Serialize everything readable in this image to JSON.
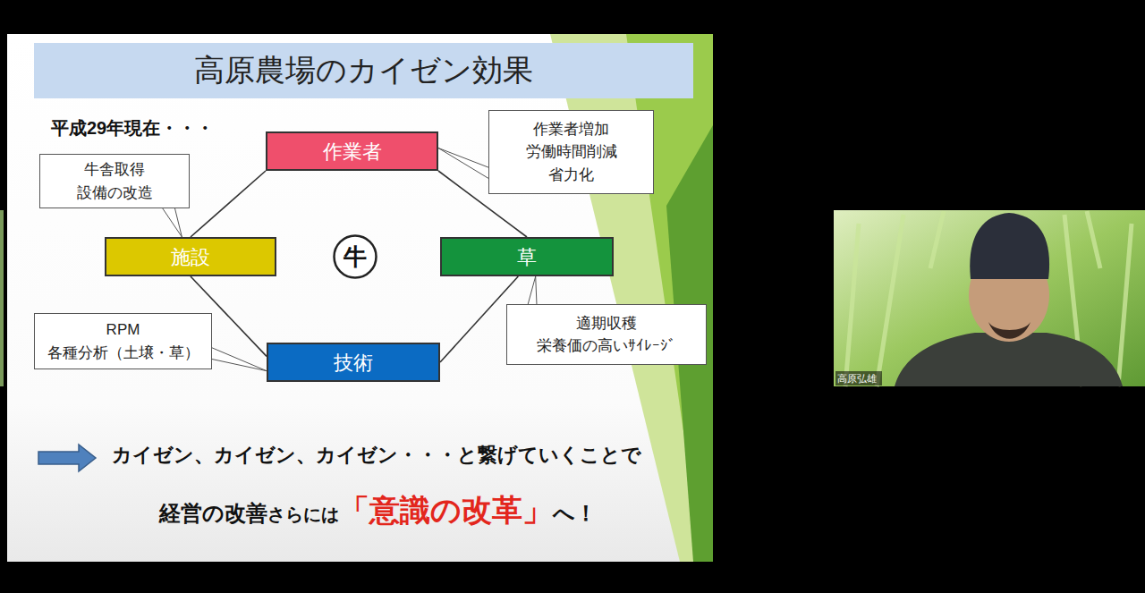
{
  "diagram": {
    "title": "高原農場のカイゼン効果",
    "nodes": [
      {
        "text": [
          "作業者増加 労働時間削減 省力化"
        ]
      },
      {
        "text": [
          "作業者"
        ]
      },
      {
        "text": [
          "牛舎取得 設備の改造"
        ]
      },
      {
        "text": [
          "施設"
        ]
      },
      {
        "text": [
          "牛"
        ]
      },
      {
        "text": [
          "草"
        ]
      },
      {
        "text": [
          "RPM 各種分析（土壌・草）"
        ]
      },
      {
        "text": [
          "適期収穫 栄養価の高いｻｲﾚｰｼﾞ"
        ]
      },
      {
        "text": [
          "技術"
        ]
      }
    ],
    "edges": [
      {
        "from": 1,
        "to": 3,
        "arrow": "none"
      },
      {
        "from": 1,
        "to": 5,
        "arrow": "none"
      },
      {
        "from": 3,
        "to": 8,
        "arrow": "none"
      },
      {
        "from": 5,
        "to": 8,
        "arrow": "none"
      },
      {
        "from": 0,
        "to": 1,
        "arrow": "none"
      },
      {
        "from": 2,
        "to": 3,
        "arrow": "none"
      },
      {
        "from": 6,
        "to": 8,
        "arrow": "none"
      },
      {
        "from": 7,
        "to": 5,
        "arrow": "none"
      }
    ],
    "labels": [
      "平成29年現在・・・",
      "カイゼン、カイゼン、カイゼン・・・と繋げていくことで",
      "経営の改善",
      "さらには",
      "「意識の改革」",
      "へ！",
      "高原弘雄"
    ]
  }
}
